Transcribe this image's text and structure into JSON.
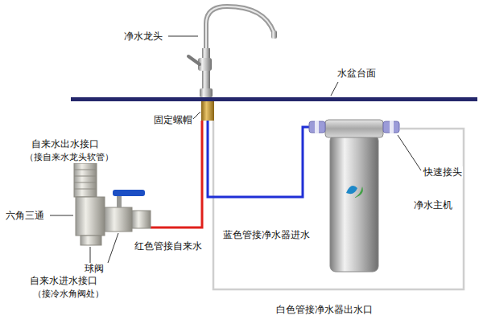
{
  "diagram": {
    "labels": [
      "净水龙头",
      "水盆台面",
      "固定螺帽",
      "自来水出水接口",
      "（接自来水龙头软管）",
      "快速接头",
      "六角三通",
      "净水主机",
      "红色管接自来水",
      "蓝色管接净水器进水",
      "球阀",
      "自来水进水接口",
      "（接冷水角阀处）",
      "白色管接净水器出水口"
    ]
  }
}
